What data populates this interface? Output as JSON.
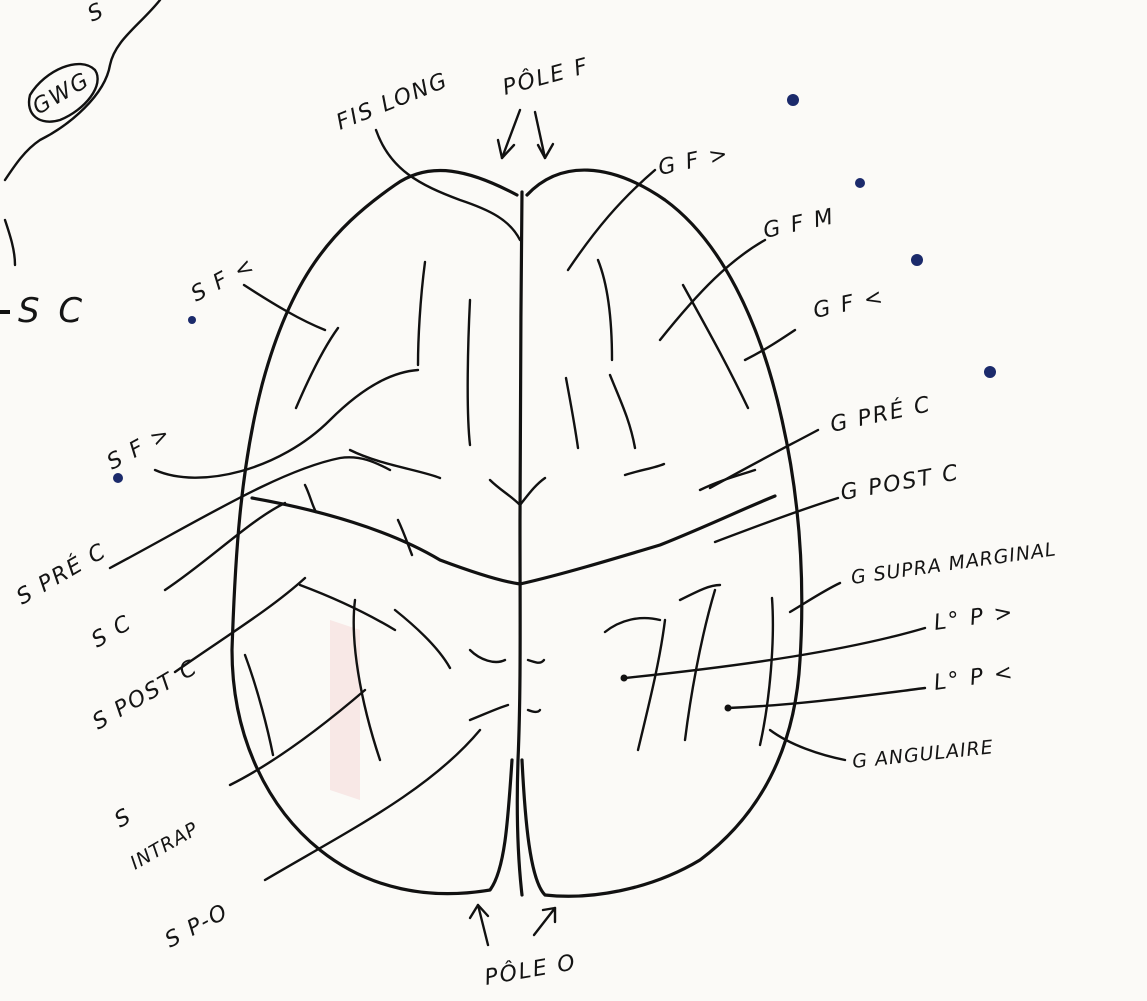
{
  "colors": {
    "ink": "#111111",
    "paper": "#fbfaf7",
    "dot_blue": "#1b2a6b"
  },
  "labels": {
    "fis_long": "FIS LONG",
    "pole_f": "PÔLE F",
    "gf_sup": "G F >",
    "gfm": "G F M",
    "gf_inf": "G F <",
    "g_prec": "G PRÉ C",
    "g_post_c": "G POST C",
    "g_supramarginal": "G SUPRA MARGINAL",
    "lp_sup": "L° P >",
    "lp_inf": "L° P <",
    "g_angulaire": "G ANGULAIRE",
    "pole_o": "PÔLE O",
    "sp_o": "S P-O",
    "s_intrap_s": "S",
    "s_intrap_rest": "INTRAP",
    "s_post_c": "S POST C",
    "s_c": "S C",
    "s_pre_c": "S PRÉ C",
    "sf_sup": "S F >",
    "sf_inf": "S F <",
    "corner_sc": "S C",
    "corner_gwg": "GWG",
    "corner_partial": "S"
  }
}
